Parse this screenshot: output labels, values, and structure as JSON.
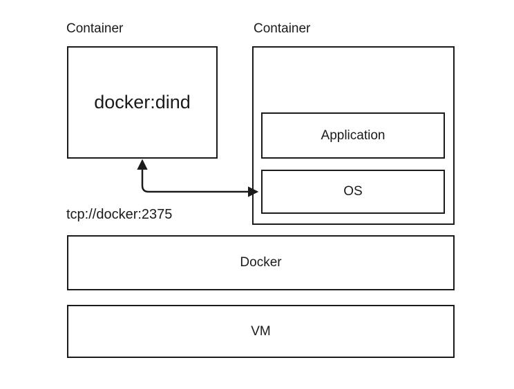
{
  "diagram": {
    "title": "docker-in-docker architecture diagram",
    "colors": {
      "stroke": "#1a1a1a",
      "text": "#1a1a1a",
      "background": "#ffffff"
    },
    "left_group": {
      "label": "Container",
      "box_label": "docker:dind"
    },
    "right_group": {
      "label": "Container",
      "inner_boxes": [
        {
          "label": "Application"
        },
        {
          "label": "OS"
        }
      ]
    },
    "connection": {
      "label": "tcp://docker:2375",
      "from": "OS",
      "to": "docker:dind",
      "arrowheads": "both-ends"
    },
    "layers": [
      {
        "label": "Docker"
      },
      {
        "label": "VM"
      }
    ]
  }
}
